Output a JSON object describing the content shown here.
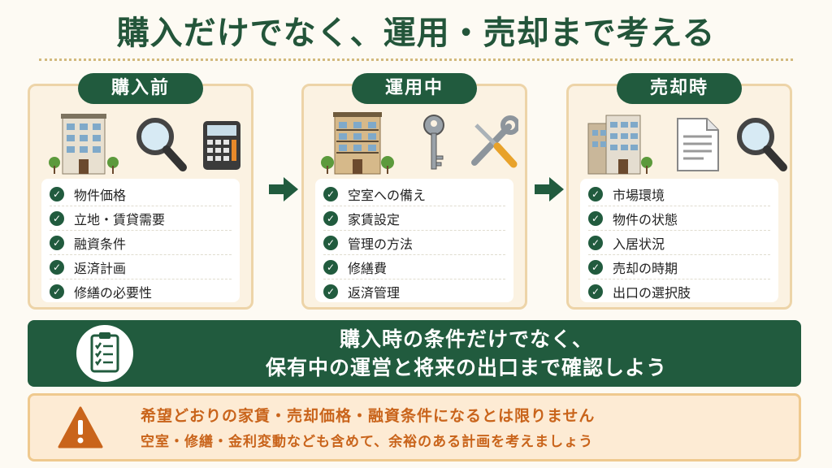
{
  "title": "購入だけでなく、運用・売却まで考える",
  "colors": {
    "primary_green": "#215b3e",
    "card_bg": "#fbf2e2",
    "card_border": "#edd4a8",
    "warning_orange": "#c9641b",
    "warning_bg": "#fdebd4"
  },
  "stages": [
    {
      "label": "購入前",
      "icons": [
        "apartment-building-icon",
        "magnifier-icon",
        "calculator-icon"
      ],
      "items": [
        "物件価格",
        "立地・賃貸需要",
        "融資条件",
        "返済計画",
        "修繕の必要性"
      ]
    },
    {
      "label": "運用中",
      "icons": [
        "apartment-building-icon",
        "key-icon",
        "tools-icon"
      ],
      "items": [
        "空室への備え",
        "家賃設定",
        "管理の方法",
        "修繕費",
        "返済管理"
      ]
    },
    {
      "label": "売却時",
      "icons": [
        "apartment-building-icon",
        "document-icon",
        "magnifier-icon"
      ],
      "items": [
        "市場環境",
        "物件の状態",
        "入居状況",
        "売却の時期",
        "出口の選択肢"
      ]
    }
  ],
  "check_glyph": "✓",
  "banner": {
    "icon": "clipboard-checklist-icon",
    "line1": "購入時の条件だけでなく、",
    "line2": "保有中の運営と将来の出口まで確認しよう"
  },
  "warning": {
    "icon": "warning-icon",
    "line1": "希望どおりの家賃・売却価格・融資条件になるとは限りません",
    "line2": "空室・修繕・金利変動なども含めて、余裕のある計画を考えましょう"
  }
}
